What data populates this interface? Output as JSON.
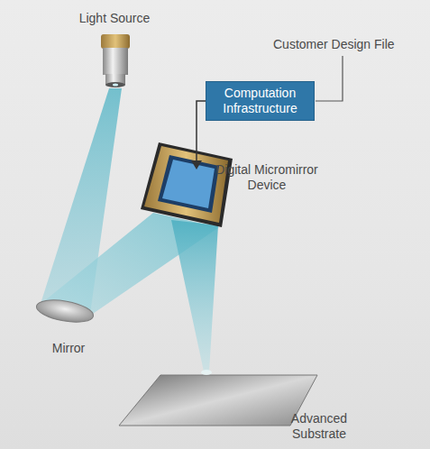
{
  "diagram": {
    "nodes": [
      {
        "text": [
          "Computation Infrastructure"
        ]
      }
    ],
    "labels": [
      "Light Source",
      "Customer Design File",
      "Digital Micromirror Device",
      "Mirror",
      "Advanced Substrate"
    ]
  }
}
